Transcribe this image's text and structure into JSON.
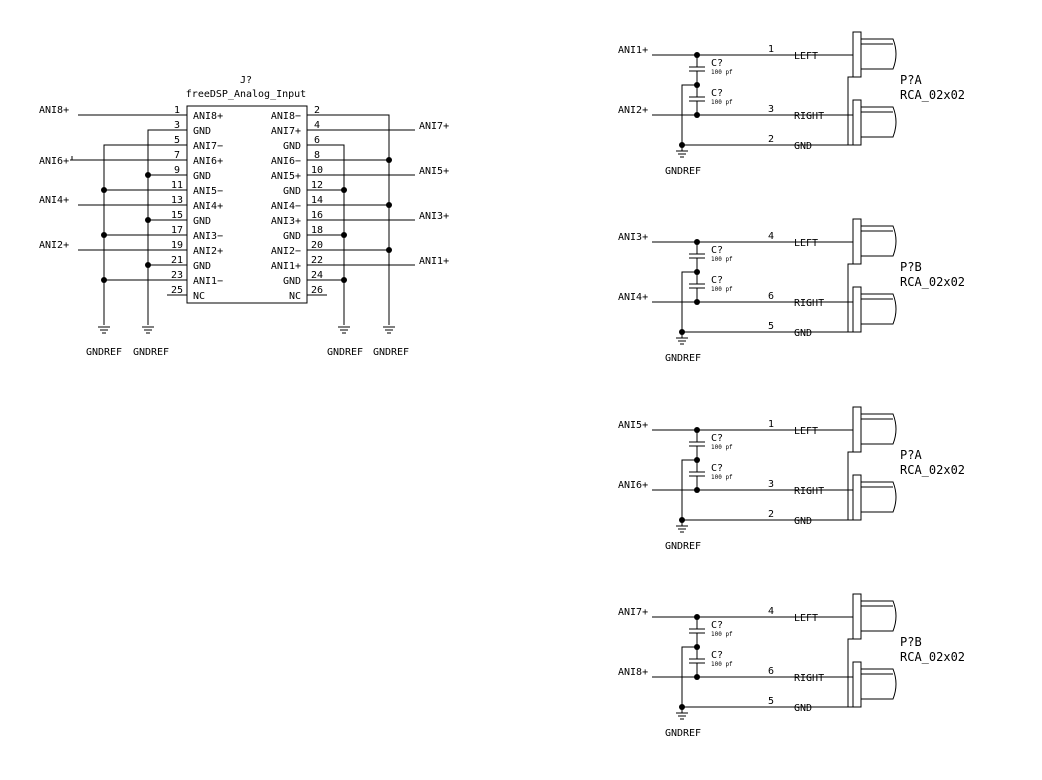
{
  "connector": {
    "ref": "J?",
    "value": "freeDSP_Analog_Input",
    "left_pins": [
      {
        "num": "1",
        "name": "ANI8+",
        "net": "ANI8+"
      },
      {
        "num": "3",
        "name": "GND",
        "net": ""
      },
      {
        "num": "5",
        "name": "ANI7−",
        "net": ""
      },
      {
        "num": "7",
        "name": "ANI6+",
        "net": "ANI6+"
      },
      {
        "num": "9",
        "name": "GND",
        "net": ""
      },
      {
        "num": "11",
        "name": "ANI5−",
        "net": ""
      },
      {
        "num": "13",
        "name": "ANI4+",
        "net": "ANI4+"
      },
      {
        "num": "15",
        "name": "GND",
        "net": ""
      },
      {
        "num": "17",
        "name": "ANI3−",
        "net": ""
      },
      {
        "num": "19",
        "name": "ANI2+",
        "net": "ANI2+"
      },
      {
        "num": "21",
        "name": "GND",
        "net": ""
      },
      {
        "num": "23",
        "name": "ANI1−",
        "net": ""
      },
      {
        "num": "25",
        "name": "NC",
        "net": ""
      }
    ],
    "right_pins": [
      {
        "num": "2",
        "name": "ANI8−",
        "net": ""
      },
      {
        "num": "4",
        "name": "ANI7+",
        "net": "ANI7+"
      },
      {
        "num": "6",
        "name": "GND",
        "net": ""
      },
      {
        "num": "8",
        "name": "ANI6−",
        "net": ""
      },
      {
        "num": "10",
        "name": "ANI5+",
        "net": "ANI5+"
      },
      {
        "num": "12",
        "name": "GND",
        "net": ""
      },
      {
        "num": "14",
        "name": "ANI4−",
        "net": ""
      },
      {
        "num": "16",
        "name": "ANI3+",
        "net": "ANI3+"
      },
      {
        "num": "18",
        "name": "GND",
        "net": ""
      },
      {
        "num": "20",
        "name": "ANI2−",
        "net": ""
      },
      {
        "num": "22",
        "name": "ANI1+",
        "net": "ANI1+"
      },
      {
        "num": "24",
        "name": "GND",
        "net": ""
      },
      {
        "num": "26",
        "name": "NC",
        "net": ""
      }
    ],
    "ground_label": "GNDREF"
  },
  "rca_blocks": [
    {
      "net_left": "ANI1+",
      "net_right": "ANI2+",
      "ref": "P?A",
      "value": "RCA_02x02",
      "pin_left": "1",
      "pin_right": "3",
      "pin_gnd": "2",
      "label_left": "LEFT",
      "label_right": "RIGHT",
      "label_gnd": "GND",
      "cap_ref": "C?",
      "cap_value": "100 pf",
      "ground": "GNDREF"
    },
    {
      "net_left": "ANI3+",
      "net_right": "ANI4+",
      "ref": "P?B",
      "value": "RCA_02x02",
      "pin_left": "4",
      "pin_right": "6",
      "pin_gnd": "5",
      "label_left": "LEFT",
      "label_right": "RIGHT",
      "label_gnd": "GND",
      "cap_ref": "C?",
      "cap_value": "100 pf",
      "ground": "GNDREF"
    },
    {
      "net_left": "ANI5+",
      "net_right": "ANI6+",
      "ref": "P?A",
      "value": "RCA_02x02",
      "pin_left": "1",
      "pin_right": "3",
      "pin_gnd": "2",
      "label_left": "LEFT",
      "label_right": "RIGHT",
      "label_gnd": "GND",
      "cap_ref": "C?",
      "cap_value": "100 pf",
      "ground": "GNDREF"
    },
    {
      "net_left": "ANI7+",
      "net_right": "ANI8+",
      "ref": "P?B",
      "value": "RCA_02x02",
      "pin_left": "4",
      "pin_right": "6",
      "pin_gnd": "5",
      "label_left": "LEFT",
      "label_right": "RIGHT",
      "label_gnd": "GND",
      "cap_ref": "C?",
      "cap_value": "100 pf",
      "ground": "GNDREF"
    }
  ]
}
